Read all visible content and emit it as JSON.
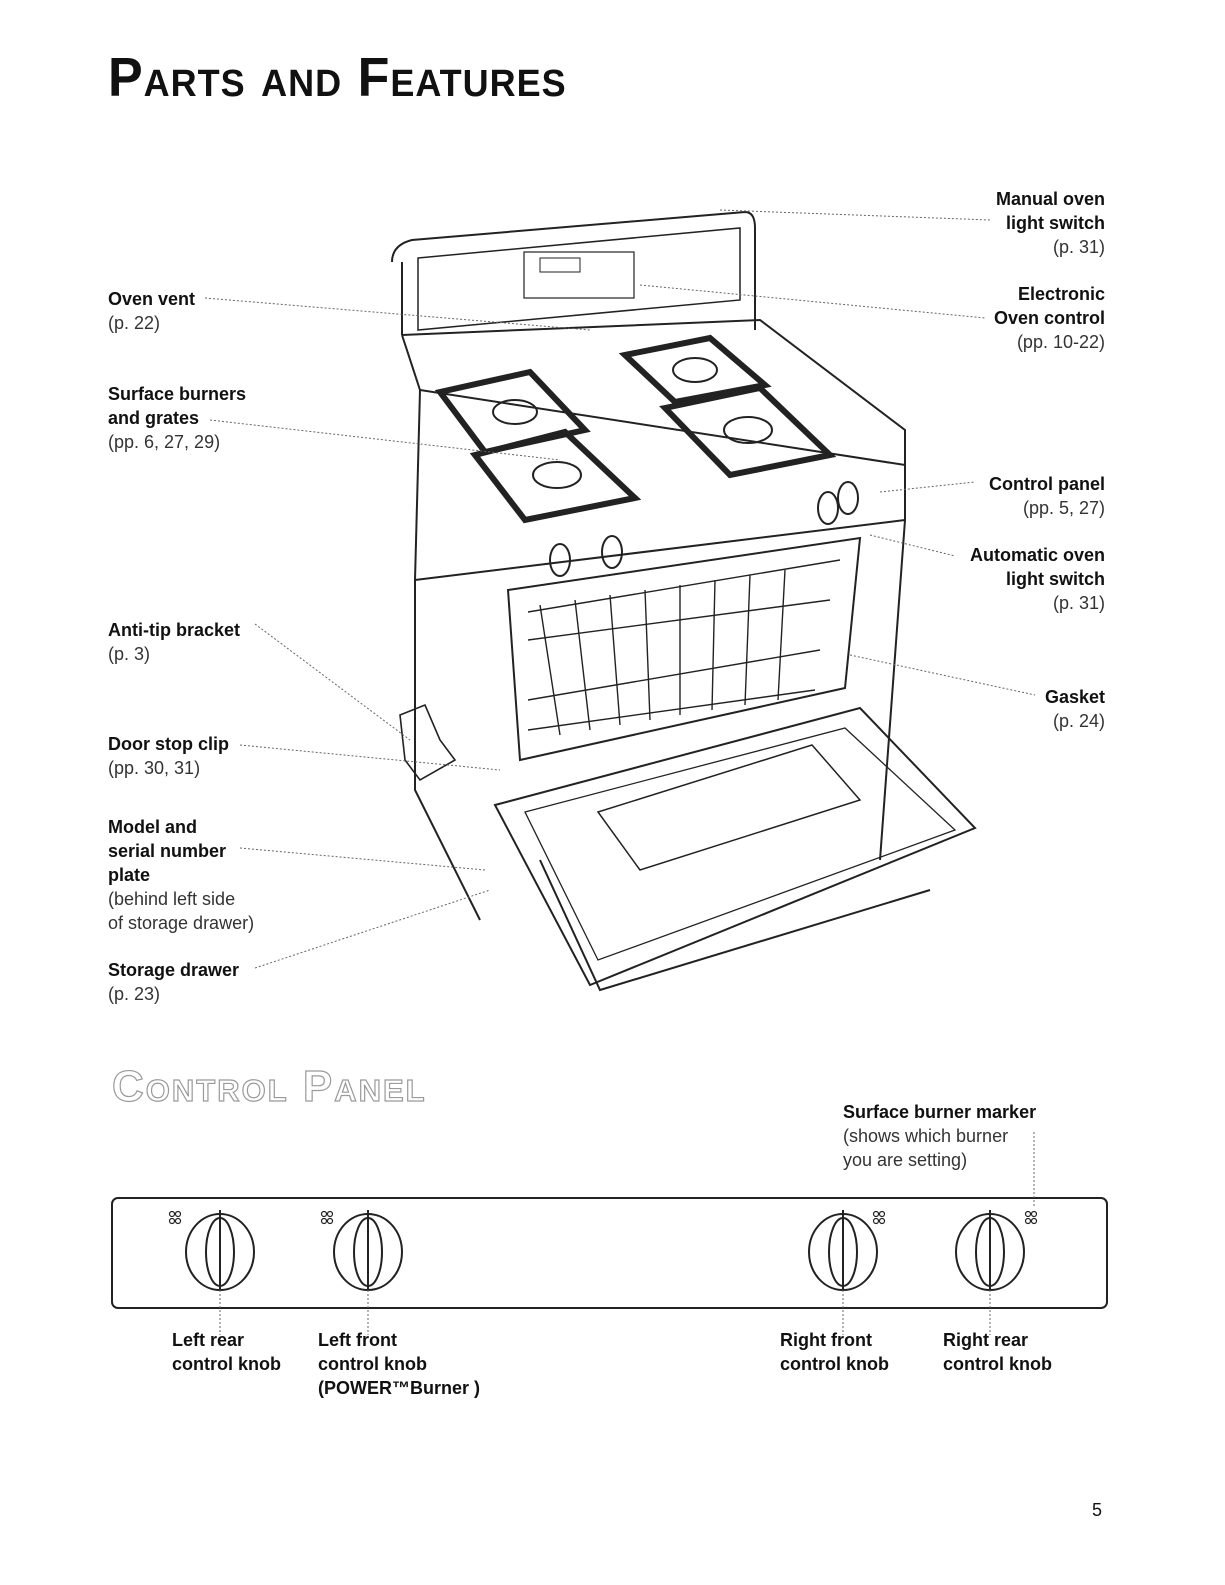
{
  "title": "Parts and Features",
  "section_title": "Control Panel",
  "page_number": "5",
  "callouts": {
    "manual_light": {
      "name": "Manual oven light switch",
      "line1": "Manual oven",
      "line2": "light switch",
      "page": "(p. 31)"
    },
    "electronic_control": {
      "line1": "Electronic",
      "line2": "Oven control",
      "page": "(pp. 10-22)"
    },
    "control_panel": {
      "line1": "Control panel",
      "page": "(pp. 5, 27)"
    },
    "auto_light": {
      "line1": "Automatic oven",
      "line2": "light switch",
      "page": "(p. 31)"
    },
    "gasket": {
      "line1": "Gasket",
      "page": "(p. 24)"
    },
    "oven_vent": {
      "line1": "Oven vent",
      "page": "(p. 22)"
    },
    "surface_burners": {
      "line1": "Surface burners",
      "line2": "and grates",
      "page": "(pp. 6, 27, 29)"
    },
    "anti_tip": {
      "line1": "Anti-tip bracket",
      "page": "(p. 3)"
    },
    "door_stop": {
      "line1": "Door stop clip",
      "page": "(pp. 30, 31)"
    },
    "model_serial": {
      "line1": "Model and",
      "line2": "serial number",
      "line3": "plate",
      "note1": "(behind left side",
      "note2": "of storage drawer)"
    },
    "storage_drawer": {
      "line1": "Storage drawer",
      "page": "(p. 23)"
    }
  },
  "control_panel": {
    "marker": {
      "line1": "Surface burner marker",
      "note1": "(shows which burner",
      "note2": "you are setting)"
    },
    "knobs": [
      {
        "line1": "Left rear",
        "line2": "control knob",
        "line3": ""
      },
      {
        "line1": "Left front",
        "line2": "control knob",
        "line3": "(POWER™Burner )"
      },
      {
        "line1": "Right front",
        "line2": "control knob",
        "line3": ""
      },
      {
        "line1": "Right rear",
        "line2": "control knob",
        "line3": ""
      }
    ]
  }
}
